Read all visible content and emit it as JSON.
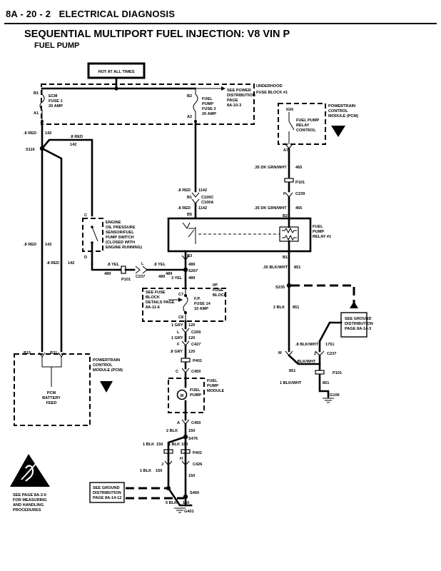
{
  "header": {
    "page_ref": "8A - 20 - 2",
    "section": "ELECTRICAL DIAGNOSIS",
    "title": "SEQUENTIAL MULTIPORT FUEL INJECTION: V8 VIN P",
    "subtitle": "FUEL PUMP"
  },
  "hot_at_all_times": "HOT AT ALL TIMES",
  "underhood": {
    "see_power": "SEE POWER",
    "distribution": "DISTRIBUTION",
    "page": "PAGE",
    "page_ref": "8A-10-3",
    "block_l1": "UNDERHOOD",
    "block_l2": "FUSE BLOCK #1"
  },
  "ecm_fuse": {
    "pin_top": "B1",
    "pin_bot": "A1",
    "l1": "ECM",
    "l2": "FUSE 1",
    "l3": "20 AMP"
  },
  "fp_fuse2": {
    "pin_top": "B2",
    "pin_bot": "A2",
    "l1": "FUEL",
    "l2": "PUMP",
    "l3": "FUSE 2",
    "l4": "20 AMP"
  },
  "wires_left": {
    "w1": ".8 RED",
    "c1": "142",
    "w2": ".8 RED",
    "c2": "142",
    "splice": "S116",
    "w3": ".8 RED",
    "c3": "142",
    "w4": ".8 RED",
    "c4": "142"
  },
  "oil_switch": {
    "pin_c": "C",
    "pin_d": "D",
    "l1": "ENGINE",
    "l2": "OIL PRESSURE",
    "l3": "SENSOR/FUEL",
    "l4": "PUMP SWITCH",
    "l5": "(CLOSED WITH",
    "l6": "ENGINE RUNNING)"
  },
  "pcm_left": {
    "pin1": "B15",
    "pin2": "B31",
    "l1": "POWERTRAIN",
    "l2": "CONTROL",
    "l3": "MODULE (PCM)",
    "feed1": "PCM",
    "feed2": "BATTERY",
    "feed3": "FEED"
  },
  "center_top": {
    "w1": ".8 RED",
    "c1": "1142",
    "pin_b1": "B1",
    "conn1": "C100C",
    "conn2": "C100A",
    "w2": ".8 RED",
    "c2": "1142",
    "pin_b5": "B5"
  },
  "relay": {
    "l1": "FUEL",
    "l2": "PUMP",
    "l3": "RELAY #1",
    "pin_b2": "B2",
    "pin_b1": "B1",
    "pin_b3": "B3"
  },
  "pcm_relay": {
    "ign": "IGN",
    "l1": "FUEL PUMP",
    "l2": "RELAY",
    "l3": "CONTROL",
    "m1": "POWERTRAIN",
    "m2": "CONTROL",
    "m3": "MODULE (PCM)",
    "pin": "A7"
  },
  "right_wires": {
    "w1": ".35 DK GRN/WHT",
    "c1": "465",
    "conn1": "P101",
    "pin_f": "F",
    "conn2": "C239",
    "w2": ".35 DK GRN/WHT",
    "c2": "465",
    "w3": ".35 BLK/WHT",
    "c3": "851",
    "splice": "S235",
    "w4": "2 BLK",
    "c4": "851",
    "ground_see": "SEE GROUND",
    "ground_dist": "DISTRIBUTION",
    "ground_page": "PAGE 8A-14-3",
    "pin_m": "M",
    "w5": ".8 BLK/WHT",
    "c5": "1751",
    "pin_z": "Z",
    "conn3": "C237",
    "w6": "1 BLK/WHT",
    "c6": "851",
    "conn4": "P101",
    "w7": "1 BLK/WHT",
    "c7": "851",
    "ground": "G106"
  },
  "yel_wires": {
    "w1": ".8 YEL",
    "c1": "489",
    "pin_l": "L",
    "w2": ".8 YEL",
    "c2": "489",
    "splice": "S267",
    "c3": "489",
    "conn1": "C237",
    "c4": "489",
    "w3": "3 YEL",
    "c5": "489",
    "conn2": "P101"
  },
  "ip_fuse": {
    "see1": "SEE FUSE",
    "see2": "BLOCK",
    "see3": "DETAILS PAGE",
    "see4": "8A-11-6",
    "pin_top": "C7",
    "pin_bot": "C8",
    "fuse1": "F.P.",
    "fuse2": "FUSE 14",
    "fuse3": "10 AMP",
    "block1": "I/P",
    "block2": "FUSE",
    "block3": "BLOCK"
  },
  "pump_chain": {
    "w1": "1 GRY",
    "c1": "120",
    "pin_l": "L",
    "conn1": "C209",
    "w2": "1 GRY",
    "c2": "120",
    "pin_f": "F",
    "conn2": "C427",
    "w3": ".8 GRY",
    "c3": "120",
    "conn3": "P401",
    "pin_c": "C",
    "conn4": "C450",
    "pump1": "FUEL",
    "pump2": "PUMP",
    "pump3": "MODULE",
    "pump_lbl": "FUEL PUMP",
    "motor": "M"
  },
  "ground_chain": {
    "pin_a": "A",
    "conn1": "C450",
    "w1": "2 BLK",
    "c1": "150",
    "splice1": "S476",
    "w2": "1 BLK",
    "c2": "150",
    "w3": "1 BLK",
    "c3": "150",
    "conn2": "P401",
    "pin_j": "J",
    "pin_h": "H",
    "conn3": "C426",
    "w4": "1 BLK",
    "c4": "150",
    "c5": "150",
    "see1": "SEE GROUND",
    "see2": "DISTRIBUTION",
    "see3": "PAGE 8A-14-12",
    "splice2": "S460",
    "w5": "5 BLK",
    "c6": "150",
    "ground": "G401"
  },
  "esd_note": {
    "l1": "SEE PAGE 8A-3-0",
    "l2": "FOR MEASURING",
    "l3": "AND HANDLING",
    "l4": "PROCEDURES"
  }
}
